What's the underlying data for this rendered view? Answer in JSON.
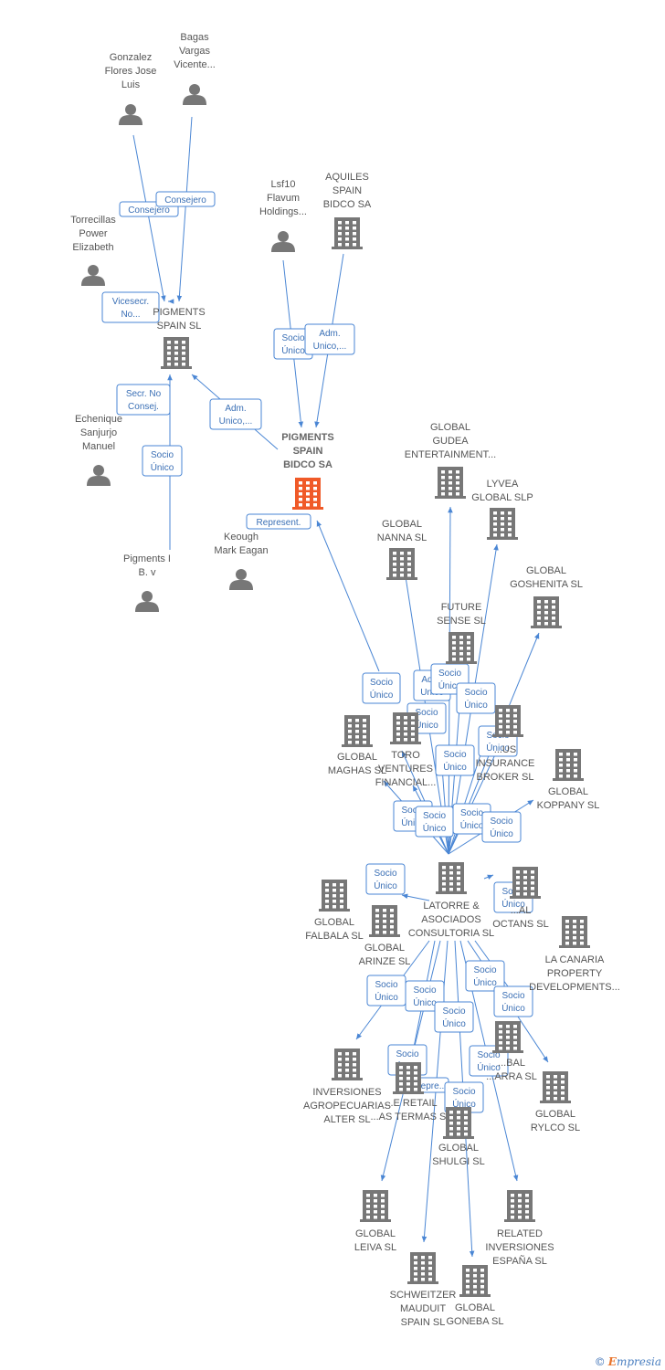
{
  "colors": {
    "edge": "#4a86d4",
    "person": "#777777",
    "company": "#777777",
    "focus": "#f05a28",
    "label": "#555555"
  },
  "brand": {
    "copyright_symbol": "©",
    "initial": "E",
    "rest": "mpresia"
  },
  "nodes": [
    {
      "id": "bagas",
      "kind": "person",
      "lines": [
        "Bagas",
        "Vargas",
        "Vicente..."
      ]
    },
    {
      "id": "gonzalez",
      "kind": "person",
      "lines": [
        "Gonzalez",
        "Flores Jose",
        "Luis"
      ]
    },
    {
      "id": "torrecillas",
      "kind": "person",
      "lines": [
        "Torrecillas",
        "Power",
        "Elizabeth"
      ]
    },
    {
      "id": "pigments_sl",
      "kind": "company",
      "lines": [
        "PIGMENTS",
        "SPAIN SL"
      ]
    },
    {
      "id": "echenique",
      "kind": "person",
      "lines": [
        "Echenique",
        "Sanjurjo",
        "Manuel"
      ]
    },
    {
      "id": "pigments_bv",
      "kind": "person",
      "lines": [
        "Pigments I",
        "B. v"
      ]
    },
    {
      "id": "lsf10",
      "kind": "person",
      "lines": [
        "Lsf10",
        "Flavum",
        "Holdings..."
      ]
    },
    {
      "id": "aquiles",
      "kind": "company",
      "lines": [
        "AQUILES",
        "SPAIN",
        "BIDCO SA"
      ]
    },
    {
      "id": "pigments_bidco",
      "kind": "focus",
      "lines": [
        "PIGMENTS",
        "SPAIN",
        "BIDCO SA"
      ]
    },
    {
      "id": "keough",
      "kind": "person",
      "lines": [
        "Keough",
        "Mark Eagan"
      ]
    },
    {
      "id": "gudea",
      "kind": "company",
      "lines": [
        "GLOBAL",
        "GUDEA",
        "ENTERTAINMENT..."
      ]
    },
    {
      "id": "lyvea",
      "kind": "company",
      "lines": [
        "LYVEA",
        "GLOBAL  SLP"
      ]
    },
    {
      "id": "nanna",
      "kind": "company",
      "lines": [
        "GLOBAL",
        "NANNA  SL"
      ]
    },
    {
      "id": "goshenita",
      "kind": "company",
      "lines": [
        "GLOBAL",
        "GOSHENITA SL"
      ]
    },
    {
      "id": "future",
      "kind": "company",
      "lines": [
        "FUTURE",
        "SENSE  SL"
      ]
    },
    {
      "id": "maghas",
      "kind": "company",
      "lines": [
        "GLOBAL",
        "MAGHAS  SL"
      ]
    },
    {
      "id": "toro",
      "kind": "company",
      "lines": [
        "TORO",
        "VENTURES",
        "FINANCIAL..."
      ]
    },
    {
      "id": "insurance",
      "kind": "company",
      "lines": [
        "...US",
        "INSURANCE",
        "BROKER  SL"
      ]
    },
    {
      "id": "koppany",
      "kind": "company",
      "lines": [
        "GLOBAL",
        "KOPPANY  SL"
      ]
    },
    {
      "id": "latorre",
      "kind": "company",
      "lines": [
        "LATORRE &",
        "ASOCIADOS",
        "CONSULTORIA SL"
      ]
    },
    {
      "id": "falbala",
      "kind": "company",
      "lines": [
        "GLOBAL",
        "FALBALA  SL"
      ]
    },
    {
      "id": "arinze",
      "kind": "company",
      "lines": [
        "GLOBAL",
        "ARINZE  SL"
      ]
    },
    {
      "id": "octans",
      "kind": "company",
      "lines": [
        "...AL",
        "OCTANS  SL"
      ]
    },
    {
      "id": "canaria",
      "kind": "company",
      "lines": [
        "LA CANARIA",
        "PROPERTY",
        "DEVELOPMENTS..."
      ]
    },
    {
      "id": "agro",
      "kind": "company",
      "lines": [
        "INVERSIONES",
        "AGROPECUARIAS",
        "ALTER  SL"
      ]
    },
    {
      "id": "retail",
      "kind": "company",
      "lines": [
        "...E RETAIL",
        "...AS TERMAS  SL"
      ]
    },
    {
      "id": "arra",
      "kind": "company",
      "lines": [
        "...BAL",
        "...ARRA  SL"
      ]
    },
    {
      "id": "shulgi",
      "kind": "company",
      "lines": [
        "GLOBAL",
        "SHULGI  SL"
      ]
    },
    {
      "id": "rylco",
      "kind": "company",
      "lines": [
        "GLOBAL",
        "RYLCO  SL"
      ]
    },
    {
      "id": "leiva",
      "kind": "company",
      "lines": [
        "GLOBAL",
        "LEIVA  SL"
      ]
    },
    {
      "id": "related",
      "kind": "company",
      "lines": [
        "RELATED",
        "INVERSIONES",
        "ESPAÑA  SL"
      ]
    },
    {
      "id": "schweitzer",
      "kind": "company",
      "lines": [
        "SCHWEITZER",
        "MAUDUIT",
        "SPAIN SL"
      ]
    },
    {
      "id": "goneba",
      "kind": "company",
      "lines": [
        "GLOBAL",
        "GONEBA  SL"
      ]
    }
  ],
  "edge_tags": [
    {
      "id": "t_consejero_1",
      "lines": [
        "Consejero"
      ]
    },
    {
      "id": "t_consejero_2",
      "lines": [
        "Consejero"
      ]
    },
    {
      "id": "t_vicesecr",
      "lines": [
        "Vicesecr.",
        "No..."
      ]
    },
    {
      "id": "t_secr",
      "lines": [
        "Secr.  No",
        "Consej."
      ]
    },
    {
      "id": "t_socio_bv",
      "lines": [
        "Socio",
        "Único"
      ]
    },
    {
      "id": "t_adm_sl",
      "lines": [
        "Adm.",
        "Unico,..."
      ]
    },
    {
      "id": "t_socio_lsf",
      "lines": [
        "Socio",
        "Único"
      ]
    },
    {
      "id": "t_adm_aquiles",
      "lines": [
        "Adm.",
        "Unico,..."
      ]
    },
    {
      "id": "t_represent",
      "lines": [
        "Represent."
      ]
    },
    {
      "id": "t_s1",
      "lines": [
        "Socio",
        "Único"
      ]
    },
    {
      "id": "t_s2",
      "lines": [
        "Adm.",
        "Unico"
      ]
    },
    {
      "id": "t_s3",
      "lines": [
        "Socio",
        "Único"
      ]
    },
    {
      "id": "t_s4",
      "lines": [
        "Socio",
        "Único"
      ]
    },
    {
      "id": "t_s5",
      "lines": [
        "Socio",
        "Único"
      ]
    },
    {
      "id": "t_s6",
      "lines": [
        "Socio",
        "Único"
      ]
    },
    {
      "id": "t_s7",
      "lines": [
        "Socio",
        "Único"
      ]
    },
    {
      "id": "t_s8",
      "lines": [
        "Socio",
        "Único"
      ]
    },
    {
      "id": "t_s9",
      "lines": [
        "Socio",
        "Único"
      ]
    },
    {
      "id": "t_s10",
      "lines": [
        "Socio",
        "Único"
      ]
    },
    {
      "id": "t_s11",
      "lines": [
        "Socio",
        "Único"
      ]
    },
    {
      "id": "t_s12",
      "lines": [
        "Socio",
        "Único"
      ]
    },
    {
      "id": "t_s13",
      "lines": [
        "Socio",
        "Único"
      ]
    },
    {
      "id": "t_s14",
      "lines": [
        "Socio",
        "Único"
      ]
    },
    {
      "id": "t_s15",
      "lines": [
        "Socio",
        "Único"
      ]
    },
    {
      "id": "t_s16",
      "lines": [
        "Socio",
        "Único"
      ]
    },
    {
      "id": "t_s17",
      "lines": [
        "Socio",
        "Único"
      ]
    },
    {
      "id": "t_s18",
      "lines": [
        "Socio",
        "Único"
      ]
    },
    {
      "id": "t_s19",
      "lines": [
        "Socio",
        "Único"
      ]
    },
    {
      "id": "t_s20",
      "lines": [
        "Socio",
        "Único"
      ]
    },
    {
      "id": "t_vicepre",
      "lines": [
        "Vicepre..."
      ]
    },
    {
      "id": "t_s21",
      "lines": [
        "Socio",
        "Único"
      ]
    }
  ]
}
